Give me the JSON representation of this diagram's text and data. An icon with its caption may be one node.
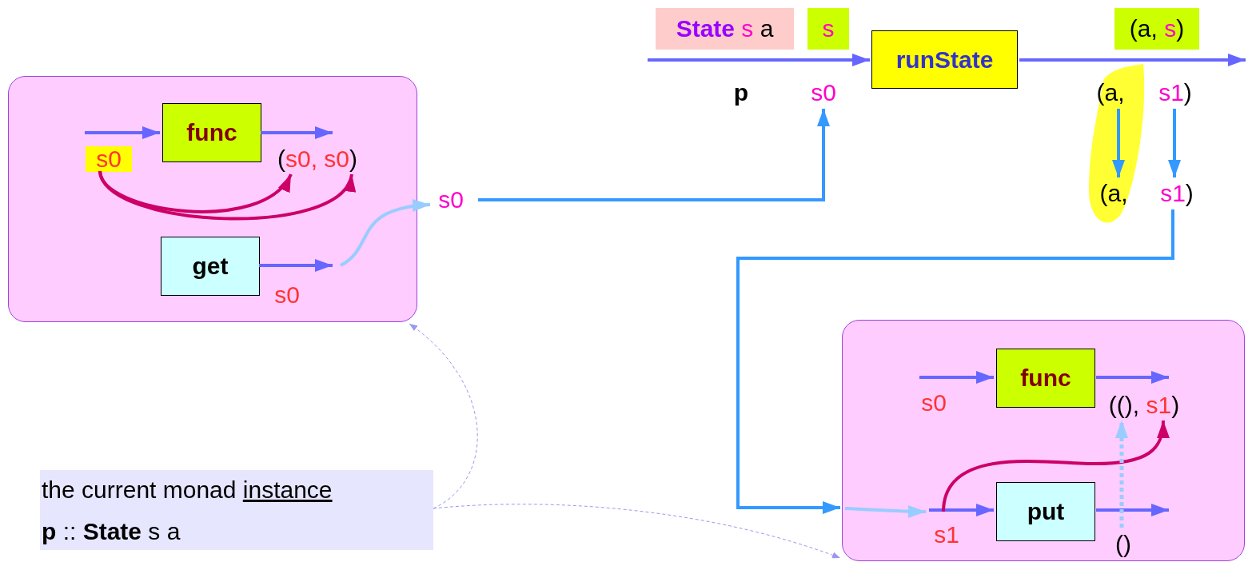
{
  "diagram": {
    "nodes": [
      {
        "text": [],
        "shape": "box"
      },
      {
        "text": [
          "func"
        ],
        "in": 0
      },
      {
        "text": [
          "get"
        ],
        "in": 0,
        "beside": [
          "s0"
        ]
      },
      {
        "text": [
          "s0"
        ],
        "in": 0
      },
      {
        "text": [
          "(s0, s0)"
        ],
        "in": 0
      },
      {
        "text": [
          "s0"
        ]
      },
      {
        "text": [
          "runState"
        ]
      },
      {
        "text": [
          "s0"
        ]
      },
      {
        "text": [
          "(a,"
        ]
      },
      {
        "text": [
          "s1)"
        ]
      },
      {
        "text": [
          "(a,"
        ]
      },
      {
        "text": [
          "s1)"
        ]
      },
      {
        "text": [],
        "shape": "box"
      },
      {
        "text": [
          "func"
        ],
        "in": 12
      },
      {
        "text": [
          "put"
        ],
        "in": 12
      },
      {
        "text": [
          "((), s1)"
        ],
        "in": 12
      },
      {
        "text": [
          "s1"
        ],
        "in": 12
      },
      {
        "text": [
          "()"
        ],
        "in": 12
      },
      {
        "text": [
          "the current monad instance",
          "**p** :: **State** s a"
        ]
      }
    ],
    "edges": [
      {
        "from": 3,
        "to": 1,
        "arrow": "to"
      },
      {
        "from": 1,
        "to": 4,
        "arrow": "to"
      },
      {
        "from": 3,
        "to": 4,
        "arrow": "to",
        "color": "#cc0066"
      },
      {
        "from": 3,
        "to": 4,
        "arrow": "to",
        "color": "#cc0066"
      },
      {
        "from": 2,
        "to": null,
        "arrow": "to"
      },
      {
        "from": null,
        "to": 5,
        "arrow": "to",
        "color": "#99ccff"
      },
      {
        "from": 5,
        "to": 7,
        "arrow": "to",
        "color": "#3399ff"
      },
      {
        "from": null,
        "to": 6,
        "arrow": "to"
      },
      {
        "from": 6,
        "to": null,
        "arrow": "to"
      },
      {
        "from": 8,
        "to": 10,
        "arrow": "to",
        "color": "#3399ff"
      },
      {
        "from": 9,
        "to": 11,
        "arrow": "to",
        "color": "#3399ff"
      },
      {
        "from": 11,
        "to": 12,
        "arrow": "to",
        "color": "#3399ff"
      },
      {
        "from": null,
        "to": 16,
        "arrow": "to",
        "color": "#99ccff"
      },
      {
        "from": null,
        "to": 13,
        "arrow": "to"
      },
      {
        "from": 13,
        "to": 15,
        "arrow": "to"
      },
      {
        "from": 16,
        "to": 14,
        "arrow": "to"
      },
      {
        "from": 14,
        "to": 17,
        "arrow": "to"
      },
      {
        "from": 16,
        "to": 15,
        "arrow": "to",
        "color": "#cc0066"
      },
      {
        "from": 17,
        "to": 15,
        "arrow": "to",
        "style": "dashed",
        "color": "#99ccff"
      },
      {
        "from": 18,
        "to": 0,
        "arrow": "to",
        "style": "dashed",
        "color": "#9999ee"
      },
      {
        "from": 18,
        "to": 12,
        "arrow": "to",
        "style": "dashed",
        "color": "#9999ee"
      }
    ],
    "labels": [
      "State s a",
      "s",
      "p",
      "(a, s)",
      "s0"
    ]
  }
}
